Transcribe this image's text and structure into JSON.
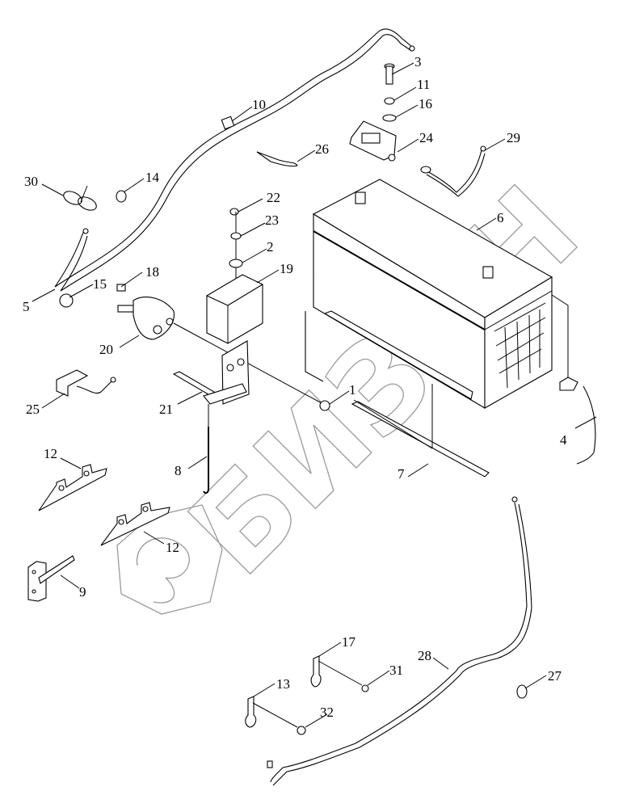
{
  "diagram": {
    "type": "exploded-parts-view",
    "subject": "battery installation",
    "watermark": "БИЗОН",
    "colors": {
      "line": "#000000",
      "background": "#ffffff",
      "watermark": "#a0a0a0"
    },
    "callouts": {
      "p1": "1",
      "p2": "2",
      "p3": "3",
      "p4": "4",
      "p5": "5",
      "p6": "6",
      "p7": "7",
      "p8": "8",
      "p9": "9",
      "p10": "10",
      "p11": "11",
      "p12a": "12",
      "p12b": "12",
      "p13": "13",
      "p14": "14",
      "p15": "15",
      "p16": "16",
      "p17": "17",
      "p18": "18",
      "p19": "19",
      "p20": "20",
      "p21": "21",
      "p22": "22",
      "p23": "23",
      "p24": "24",
      "p25": "25",
      "p26": "26",
      "p27": "27",
      "p28": "28",
      "p29": "29",
      "p30": "30",
      "p31": "31",
      "p32": "32"
    }
  }
}
